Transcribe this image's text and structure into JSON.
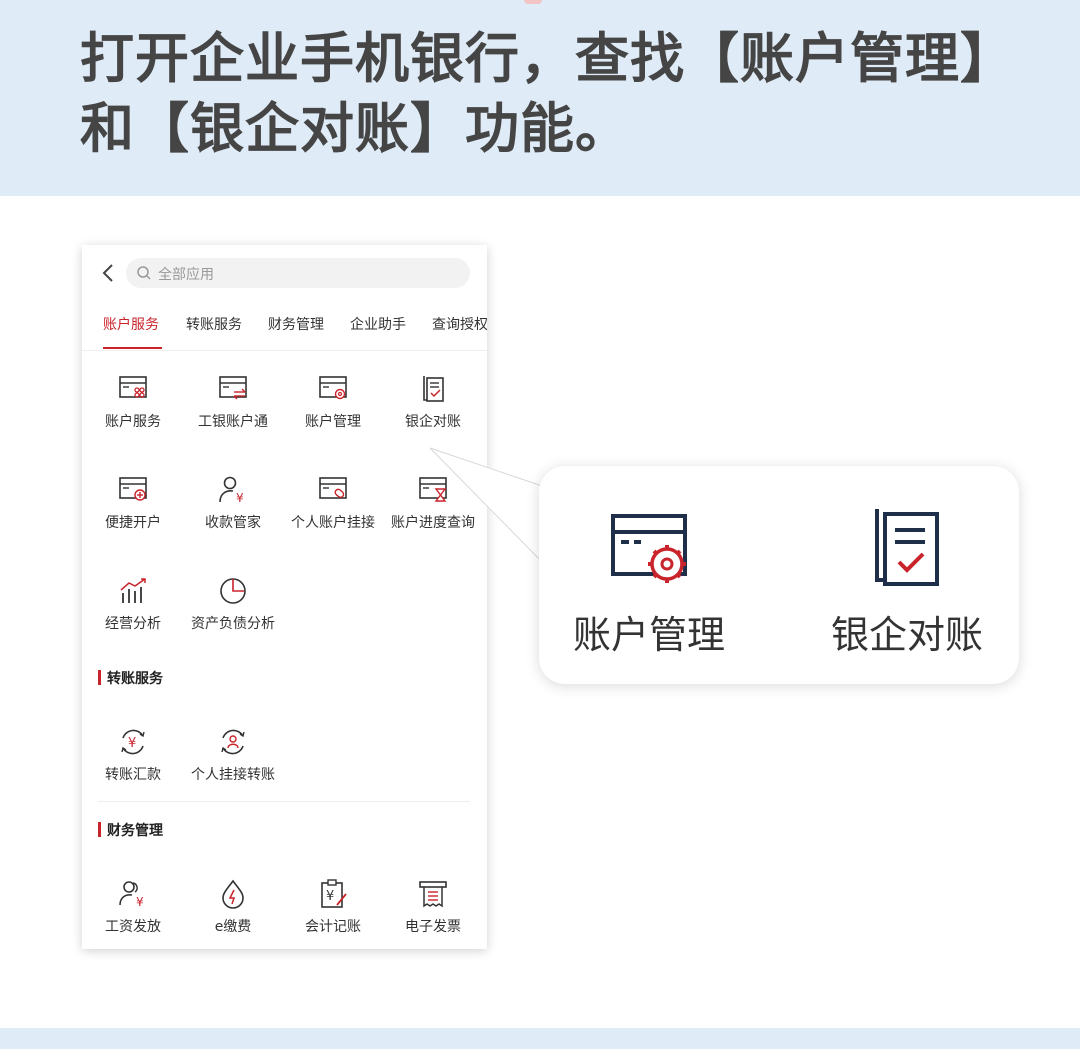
{
  "header": {
    "line1": "打开企业手机银行，查找【账户管理】",
    "line2": "和【银企对账】功能。"
  },
  "colors": {
    "accent": "#c9242b",
    "band": "#dfebf6",
    "icon_navy": "#1f2f4a"
  },
  "search": {
    "placeholder": "全部应用"
  },
  "tabs": [
    {
      "label": "账户服务",
      "active": true
    },
    {
      "label": "转账服务"
    },
    {
      "label": "财务管理"
    },
    {
      "label": "企业助手"
    },
    {
      "label": "查询授权"
    }
  ],
  "account_services": [
    {
      "label": "账户服务",
      "icon": "card-grid-icon"
    },
    {
      "label": "工银账户通",
      "icon": "card-transfer-icon"
    },
    {
      "label": "账户管理",
      "icon": "card-gear-icon"
    },
    {
      "label": "银企对账",
      "icon": "document-check-icon"
    },
    {
      "label": "便捷开户",
      "icon": "card-plus-icon"
    },
    {
      "label": "收款管家",
      "icon": "user-yen-icon"
    },
    {
      "label": "个人账户挂接",
      "icon": "card-link-icon"
    },
    {
      "label": "账户进度查询",
      "icon": "card-hourglass-icon"
    },
    {
      "label": "经营分析",
      "icon": "bar-chart-icon"
    },
    {
      "label": "资产负债分析",
      "icon": "pie-chart-icon"
    }
  ],
  "transfer_section": {
    "title": "转账服务",
    "items": [
      {
        "label": "转账汇款",
        "icon": "yen-cycle-icon"
      },
      {
        "label": "个人挂接转账",
        "icon": "user-cycle-icon"
      }
    ]
  },
  "finance_section": {
    "title": "财务管理",
    "items": [
      {
        "label": "工资发放",
        "icon": "users-yen-icon"
      },
      {
        "label": "e缴费",
        "icon": "drop-bolt-icon"
      },
      {
        "label": "会计记账",
        "icon": "clipboard-yen-icon"
      },
      {
        "label": "电子发票",
        "icon": "receipt-icon"
      }
    ]
  },
  "callout": {
    "item1": "账户管理",
    "item2": "银企对账"
  }
}
